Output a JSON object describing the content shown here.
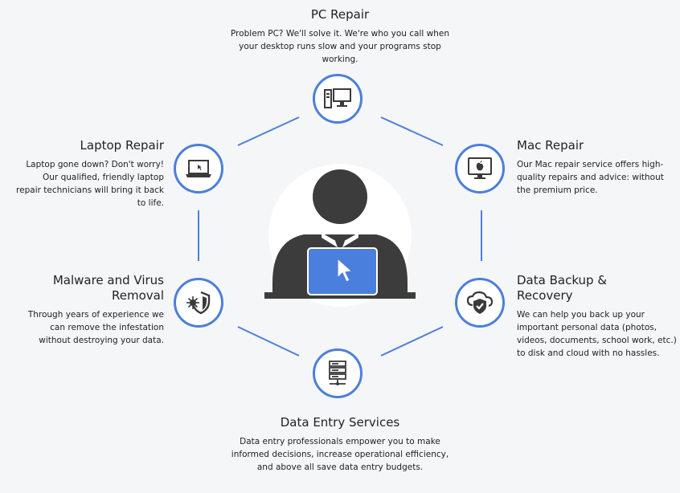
{
  "services": {
    "pc": {
      "title": "PC Repair",
      "description": "Problem PC? We'll solve it. We're who you call when your desktop runs slow and your programs stop working."
    },
    "laptop": {
      "title": "Laptop Repair",
      "description": "Laptop gone down? Don't worry! Our qualified, friendly laptop repair technicians will bring it back to life."
    },
    "mac": {
      "title": "Mac Repair",
      "description": "Our Mac repair service offers high-quality repairs and advice: without the premium price."
    },
    "malware": {
      "title": "Malware and Virus Removal",
      "description": "Through years of experience we can remove the infestation without destroying your data."
    },
    "backup": {
      "title": "Data Backup & Recovery",
      "description": "We can help you back up your important personal data (photos, videos, documents, school work, etc.) to disk and cloud with no hassles."
    },
    "entry": {
      "title": "Data Entry Services",
      "description": "Data entry professionals empower you to make informed decisions, increase operational efficiency, and above all save data entry budgets."
    }
  },
  "colors": {
    "accent": "#4b7fdd",
    "icon": "#3a3a3a",
    "background": "#f5f6f8"
  },
  "icons": {
    "pc": "desktop-computer-icon",
    "laptop": "laptop-icon",
    "mac": "mac-monitor-icon",
    "malware": "virus-shield-icon",
    "backup": "cloud-shield-icon",
    "entry": "server-stack-icon",
    "center": "person-at-laptop-illustration"
  }
}
